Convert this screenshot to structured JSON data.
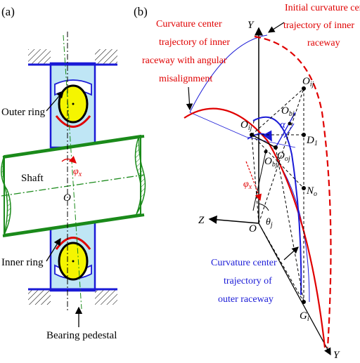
{
  "panel_a": {
    "label": "(a)",
    "outer_ring": "Outer ring",
    "shaft": "Shaft",
    "inner_ring": "Inner ring",
    "pedestal": "Bearing pedestal",
    "phi_sym": "φ",
    "phi_sub": "x",
    "origin": "O"
  },
  "panel_b": {
    "label": "(b)",
    "initial_center_1": "Initial curvature center",
    "initial_center_2": "trajectory of inner",
    "initial_center_3": "raceway",
    "angular_1": "Curvature center",
    "angular_2": "trajectory of inner",
    "angular_3": "raceway with angular",
    "angular_4": "misalignment",
    "outer_1": "Curvature center",
    "outer_2": "trajectory of",
    "outer_3": "outer raceway",
    "axis_y": "Y",
    "axis_z": "Z",
    "origin": "O",
    "point_O": "O",
    "sub_ij": "ij",
    "sub_bj": "bj",
    "sub_oj": "oj",
    "sub_1": "1",
    "sub_o": "o",
    "sub_i": "i",
    "point_D": "D",
    "point_N": "N",
    "point_G": "G",
    "alpha": "α",
    "theta": "θ",
    "theta_sub": "j",
    "phi_sym": "φ",
    "phi_sub": "x",
    "prime": "′"
  }
}
